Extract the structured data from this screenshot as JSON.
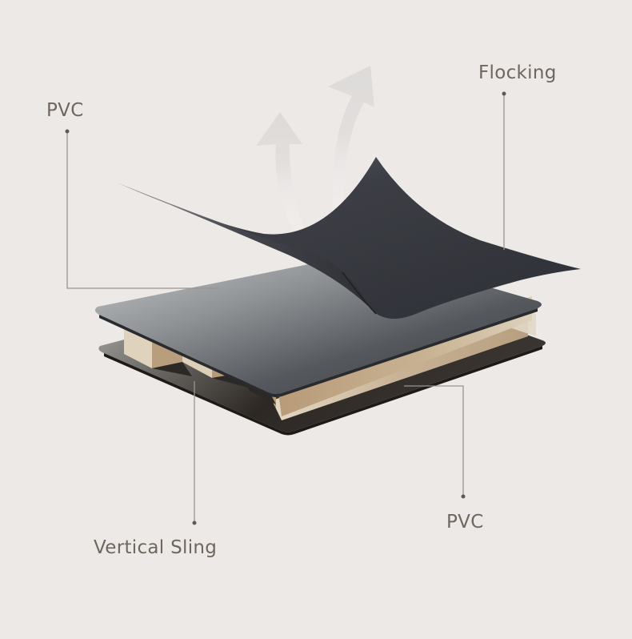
{
  "diagram": {
    "type": "material-layer-exploded-view",
    "background_color": "#ede9e7",
    "label_color": "#6f675d",
    "leader_line_color": "#9a958f",
    "leader_dot_color": "#5f5a50",
    "layers": [
      {
        "id": "flocking",
        "label": "Flocking",
        "position": "top",
        "color": "#3b3d45"
      },
      {
        "id": "pvc_top",
        "label": "PVC",
        "position": "upper",
        "color": "#5a5d62"
      },
      {
        "id": "vertical_sling",
        "label": "Vertical Sling",
        "position": "middle",
        "color": "#cbb79b"
      },
      {
        "id": "pvc_bottom",
        "label": "PVC",
        "position": "bottom",
        "color": "#2a2520"
      }
    ],
    "decorations": [
      {
        "id": "breathable-arrows",
        "description": "two translucent upward curved arrows",
        "count": 2
      }
    ]
  },
  "labels": {
    "pvc_top": "PVC",
    "flocking": "Flocking",
    "vertical_sling": "Vertical Sling",
    "pvc_bottom": "PVC"
  }
}
